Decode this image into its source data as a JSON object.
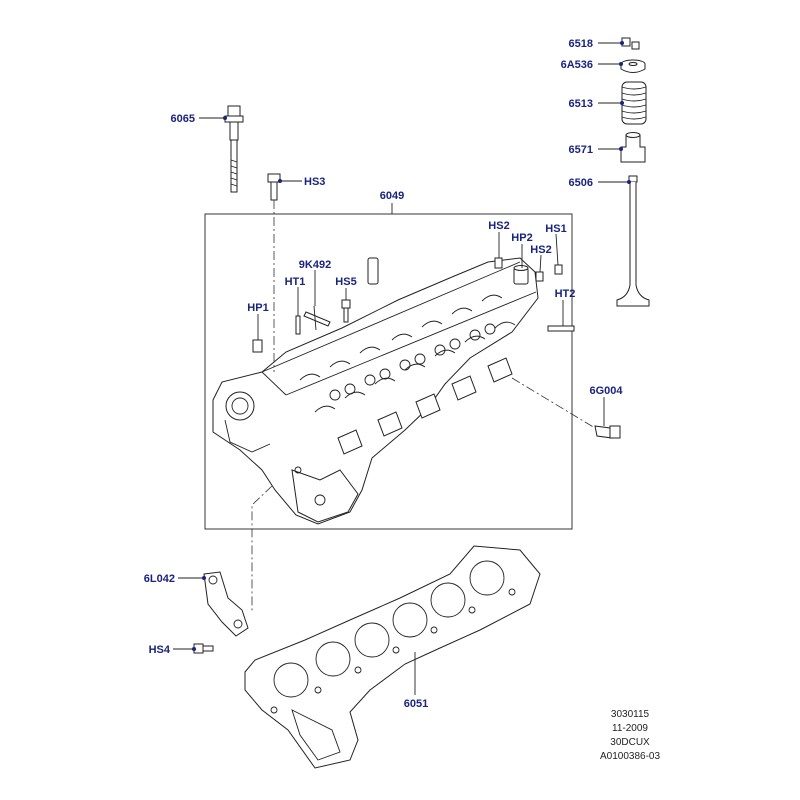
{
  "labels": {
    "l6518": "6518",
    "l6A536": "6A536",
    "l6513": "6513",
    "l6571": "6571",
    "l6506": "6506",
    "l6065": "6065",
    "lHS3": "HS3",
    "l6049": "6049",
    "lHS2a": "HS2",
    "lHP2": "HP2",
    "lHS1": "HS1",
    "lHS2b": "HS2",
    "l9K492": "9K492",
    "lHT1": "HT1",
    "lHS5": "HS5",
    "lHP1": "HP1",
    "lHT2": "HT2",
    "l6G004": "6G004",
    "l6L042": "6L042",
    "lHS4": "HS4",
    "l6051": "6051"
  },
  "reference": {
    "line1": "3030115",
    "line2": "11-2009",
    "line3": "30DCUX",
    "line4": "A0100386-03"
  },
  "colors": {
    "label": "#1a237e",
    "line": "#222222"
  }
}
